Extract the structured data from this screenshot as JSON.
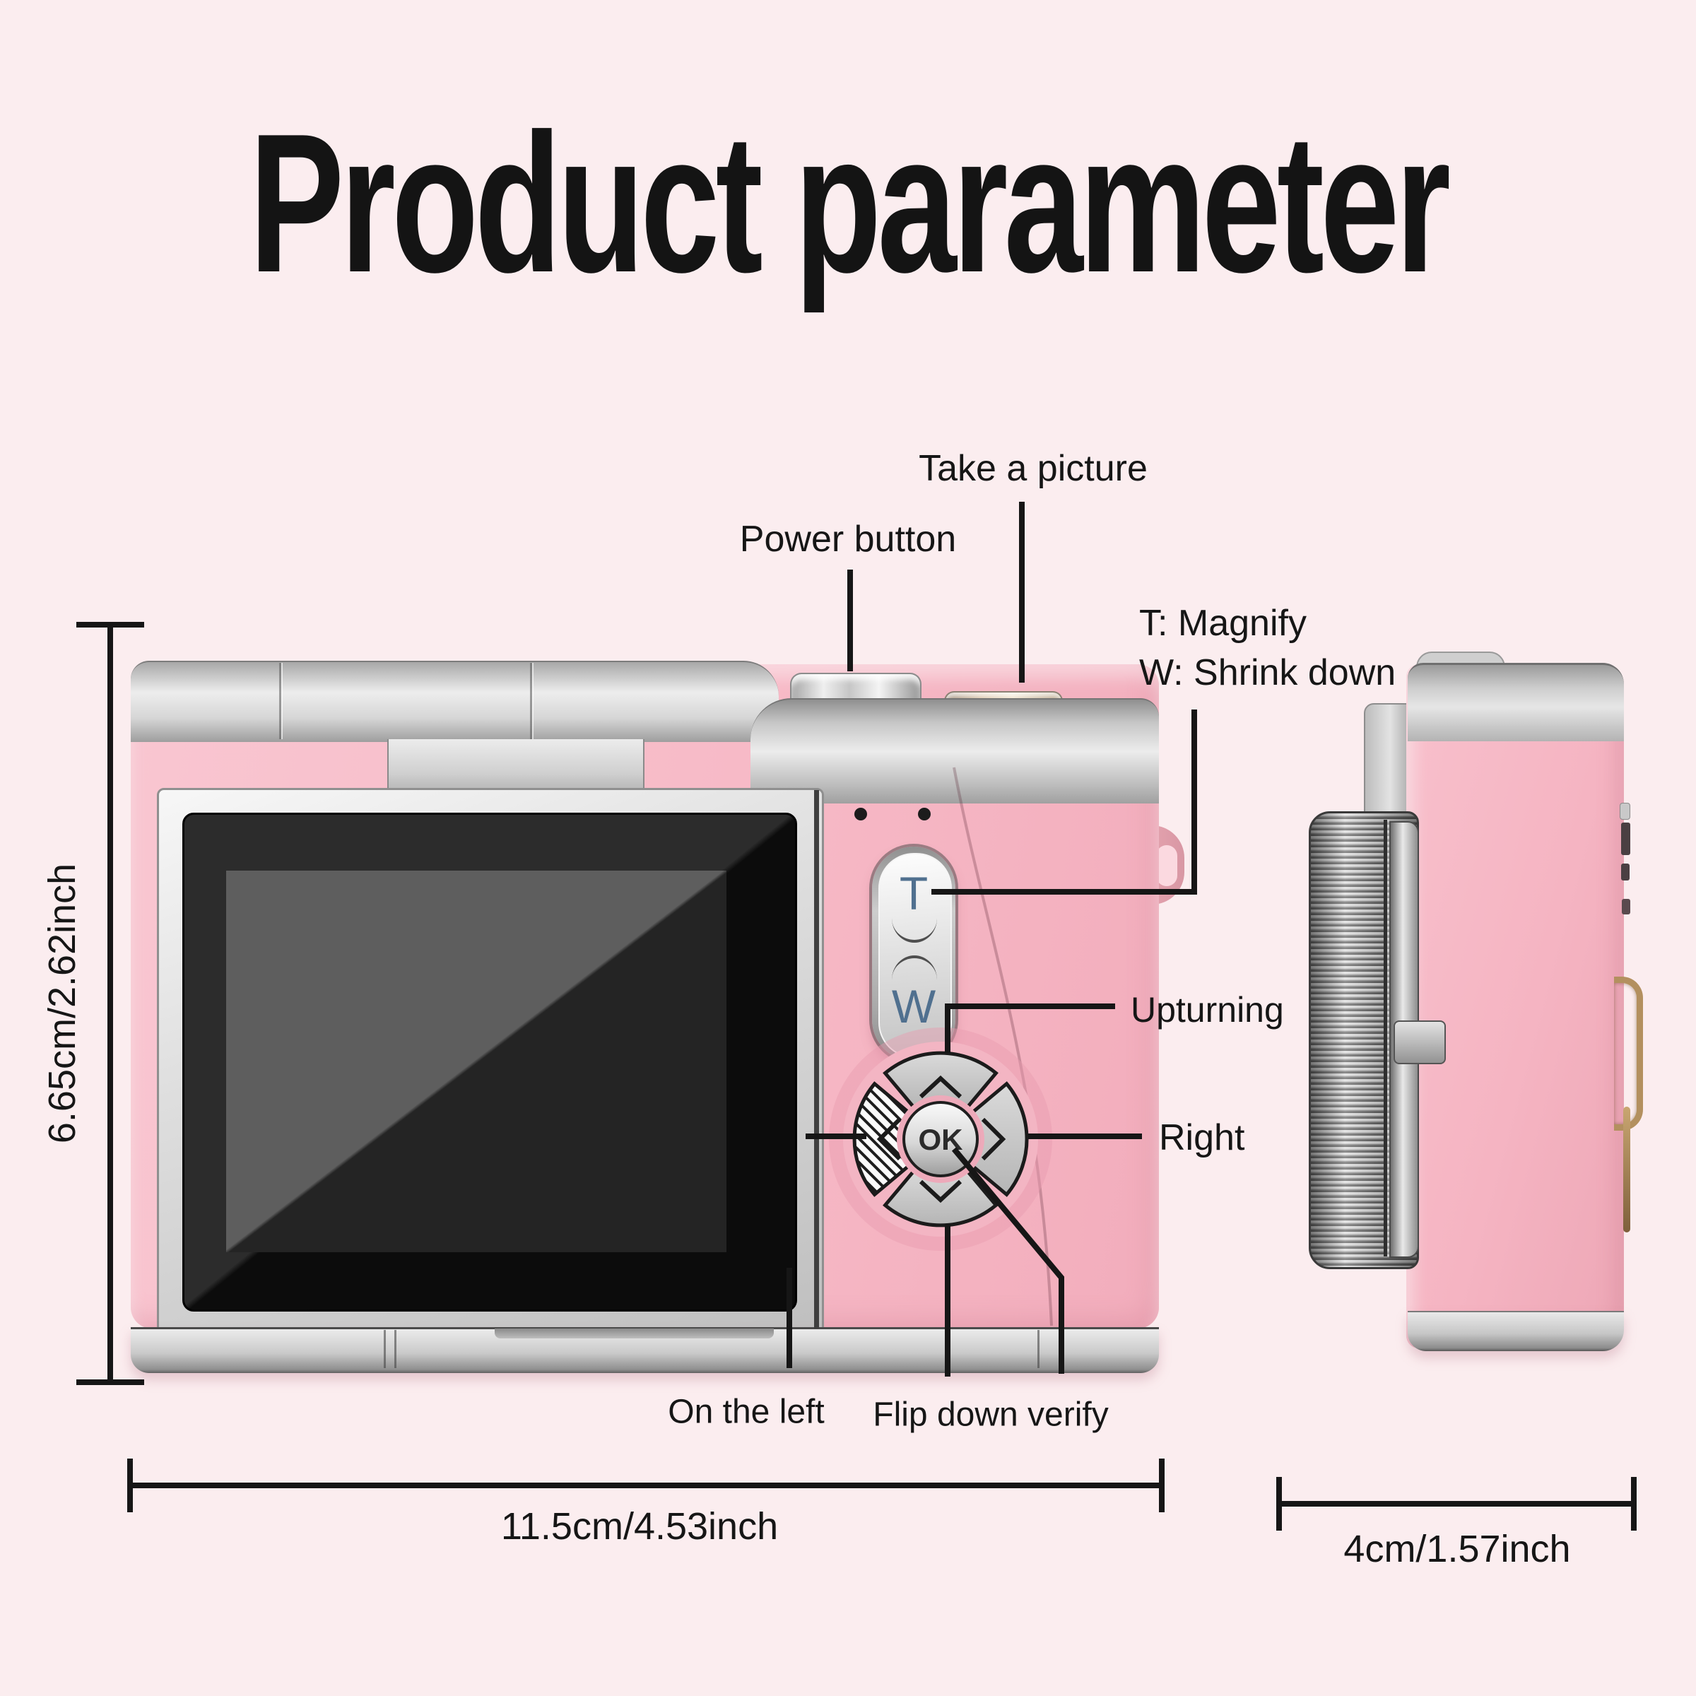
{
  "page": {
    "background": "#fbedef"
  },
  "title": "Product parameter",
  "callouts": {
    "take_a_picture": "Take a picture",
    "power_button": "Power button",
    "zoom_t": "T: Magnify",
    "zoom_w": "W: Shrink down",
    "upturning": "Upturning",
    "right": "Right",
    "on_the_left": "On the left",
    "flip_down_verify": "Flip down verify"
  },
  "controls": {
    "zoom_rocker_t": "T",
    "zoom_rocker_w": "W",
    "ok_button": "OK"
  },
  "dimensions": {
    "height": "6.65cm/2.62inch",
    "width": "11.5cm/4.53inch",
    "depth": "4cm/1.57inch"
  },
  "icons": {
    "up_arrow": "chevron-up-icon",
    "down_arrow": "chevron-down-icon",
    "left_arrow": "chevron-left-icon",
    "right_arrow": "chevron-right-icon"
  },
  "colors": {
    "background": "#fbedef",
    "body_pink": "#f7bac7",
    "silver": "#cfcfcf",
    "screen_black": "#1a1a1a",
    "line_black": "#141414",
    "gold": "#b3905f",
    "zoom_letters": "#50708f"
  }
}
